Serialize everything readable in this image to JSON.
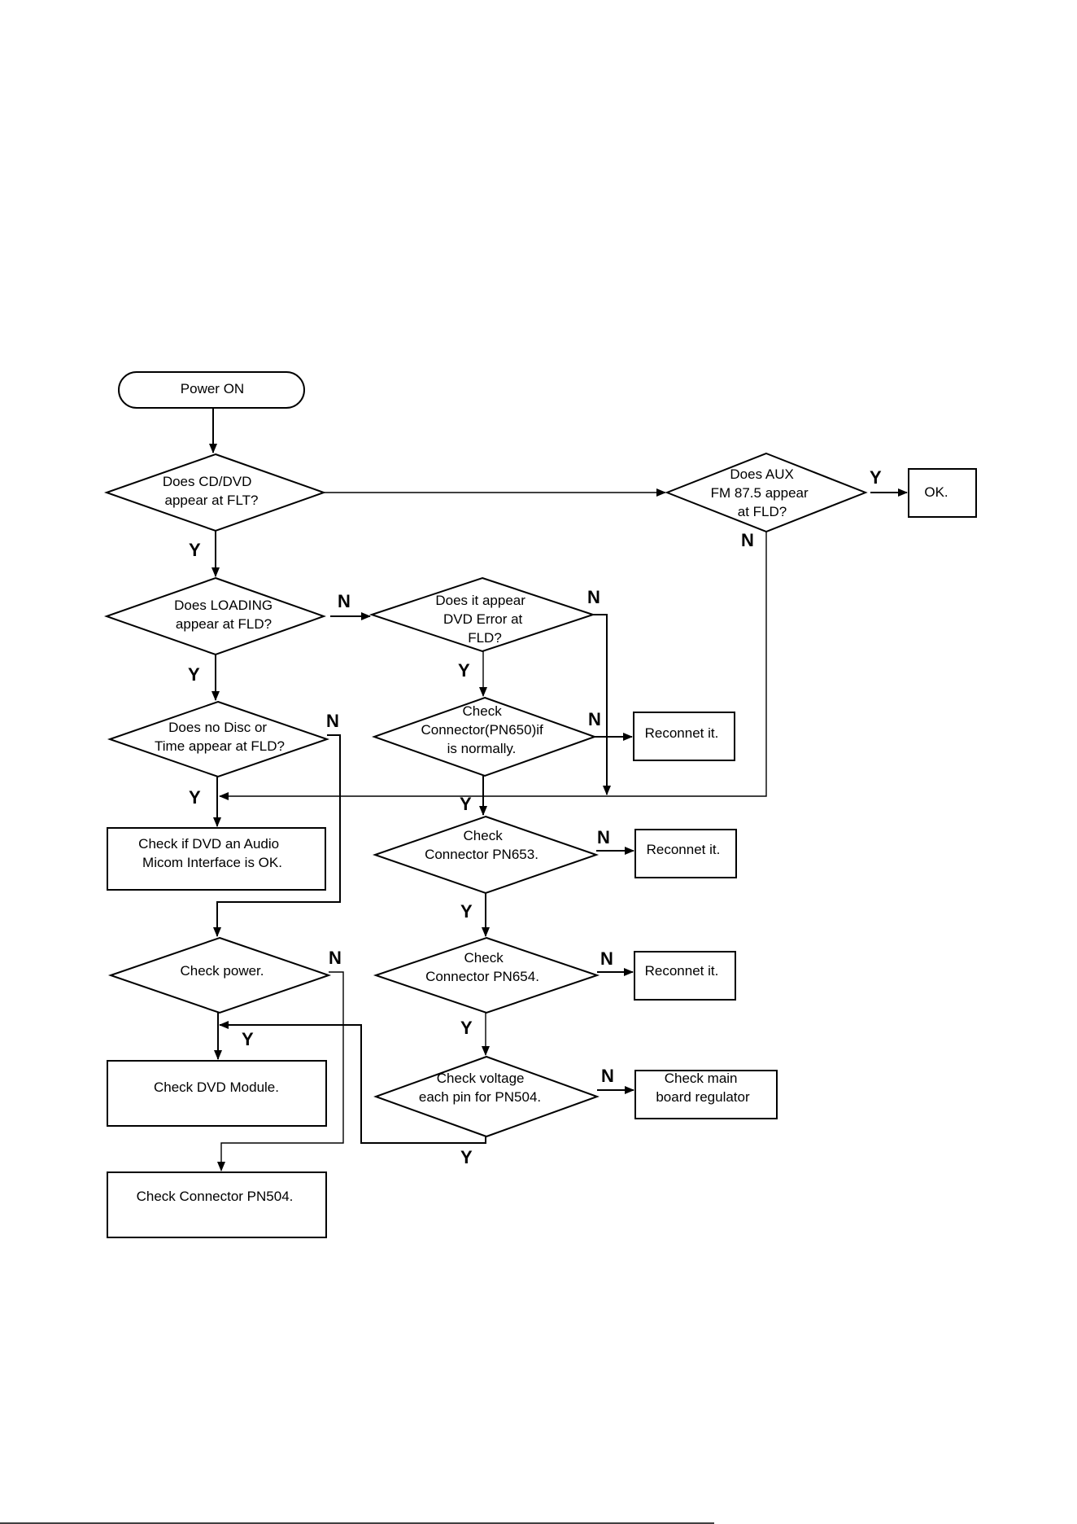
{
  "nodes": {
    "power_on": [
      "Power ON"
    ],
    "cd_dvd": [
      "Does CD/DVD",
      "appear at FLT?"
    ],
    "loading": [
      "Does LOADING",
      "appear at FLD?"
    ],
    "no_disc": [
      "Does no Disc or",
      "Time appear at FLD?"
    ],
    "check_dvd_audio": [
      "Check if DVD an Audio",
      "Micom Interface is OK."
    ],
    "check_power": [
      "Check power."
    ],
    "check_dvd_module": [
      "Check DVD Module."
    ],
    "check_connector_pn504": [
      "Check Connector PN504."
    ],
    "dvd_error": [
      "Does it appear",
      "DVD Error at",
      "FLD?"
    ],
    "pn650": [
      "Check",
      "Connector(PN650)if",
      "is normally."
    ],
    "pn653": [
      "Check",
      "Connector PN653."
    ],
    "pn654": [
      "Check",
      "Connector PN654."
    ],
    "voltage": [
      "Check voltage",
      "each pin for PN504."
    ],
    "aux": [
      "Does AUX",
      "FM 87.5 appear",
      "at FLD?"
    ],
    "ok": [
      "OK."
    ],
    "reconnect_1": [
      "Reconnet it."
    ],
    "reconnect_2": [
      "Reconnet it."
    ],
    "reconnect_3": [
      "Reconnet it."
    ],
    "main_board": [
      "Check main",
      "board regulator"
    ]
  },
  "branch_labels": {
    "yes": "Y",
    "no": "N"
  }
}
